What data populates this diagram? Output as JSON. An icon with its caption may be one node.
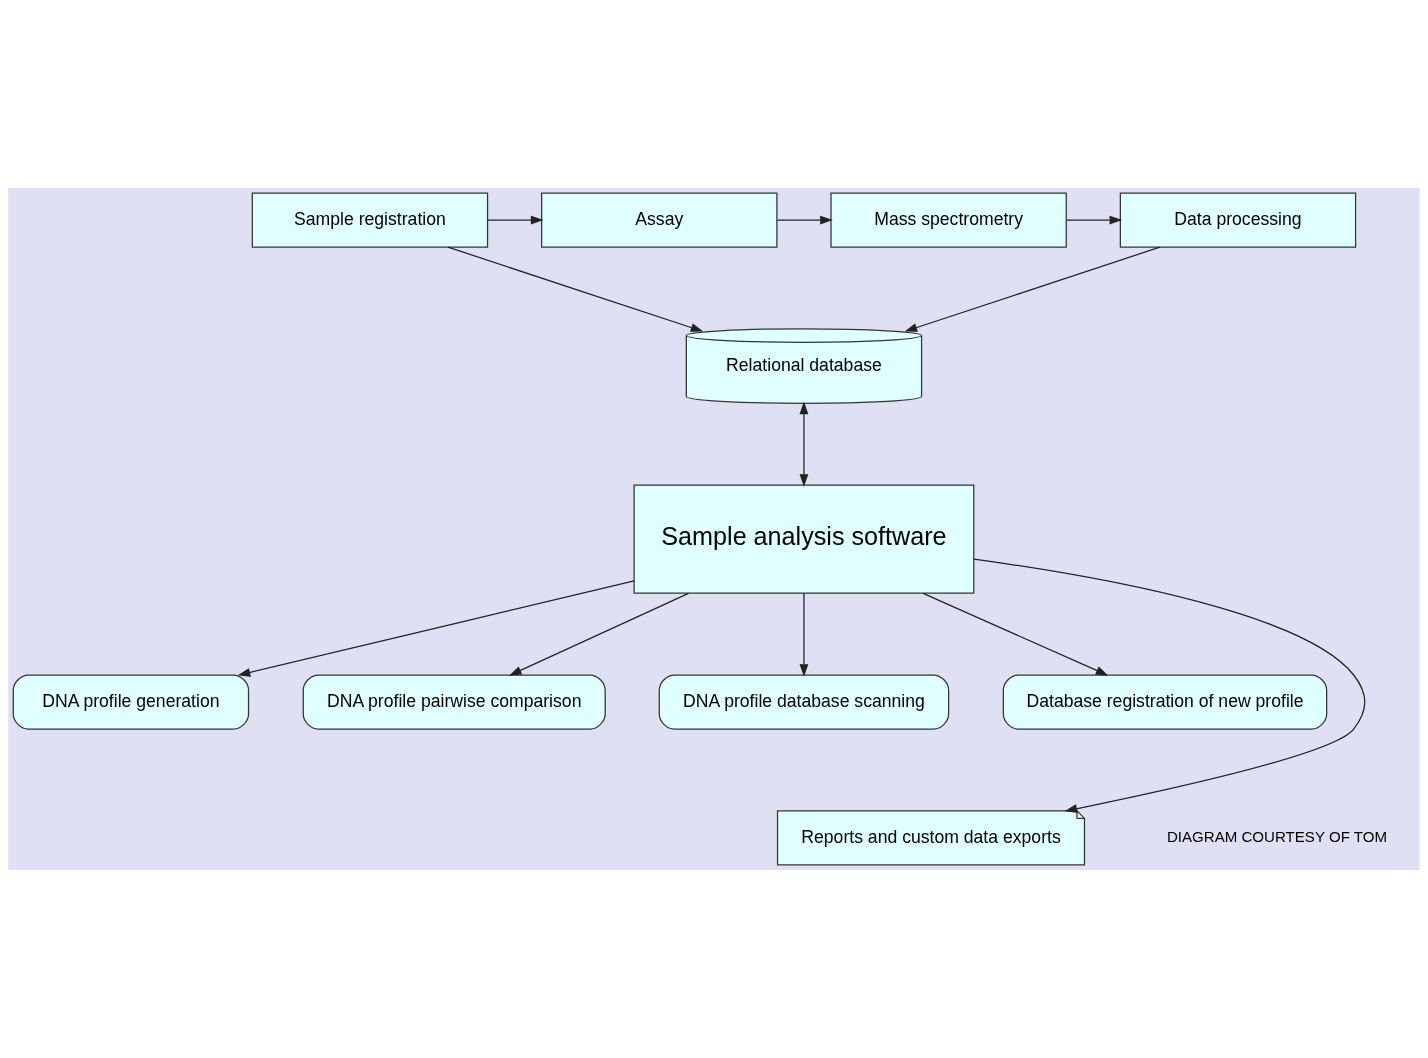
{
  "diagram": {
    "nodes": [
      {
        "text": [
          "Sample registration"
        ]
      },
      {
        "text": [
          "Assay"
        ]
      },
      {
        "text": [
          "Mass spectrometry"
        ]
      },
      {
        "text": [
          "Data processing"
        ]
      },
      {
        "text": [
          "Relational database"
        ]
      },
      {
        "text": [
          "Sample analysis software"
        ]
      },
      {
        "text": [
          "DNA profile generation"
        ]
      },
      {
        "text": [
          "DNA profile pairwise comparison"
        ]
      },
      {
        "text": [
          "DNA profile database scanning"
        ]
      },
      {
        "text": [
          "Database registration of new profile"
        ]
      },
      {
        "text": [
          "Reports and custom data exports"
        ]
      }
    ],
    "edges": [
      {
        "from": 0,
        "to": 1,
        "arrow": "to"
      },
      {
        "from": 1,
        "to": 2,
        "arrow": "to"
      },
      {
        "from": 2,
        "to": 3,
        "arrow": "to"
      },
      {
        "from": 0,
        "to": 4,
        "arrow": "to"
      },
      {
        "from": 3,
        "to": 4,
        "arrow": "to"
      },
      {
        "from": 4,
        "to": 5,
        "arrow": "both"
      },
      {
        "from": 5,
        "to": 6,
        "arrow": "to"
      },
      {
        "from": 5,
        "to": 7,
        "arrow": "to"
      },
      {
        "from": 5,
        "to": 10,
        "arrow": "to"
      },
      {
        "from": 5,
        "to": 8,
        "arrow": "to"
      },
      {
        "from": 5,
        "to": 9,
        "arrow": "to"
      }
    ],
    "labels": [
      "DIAGRAM COURTESY OF TOM"
    ]
  }
}
